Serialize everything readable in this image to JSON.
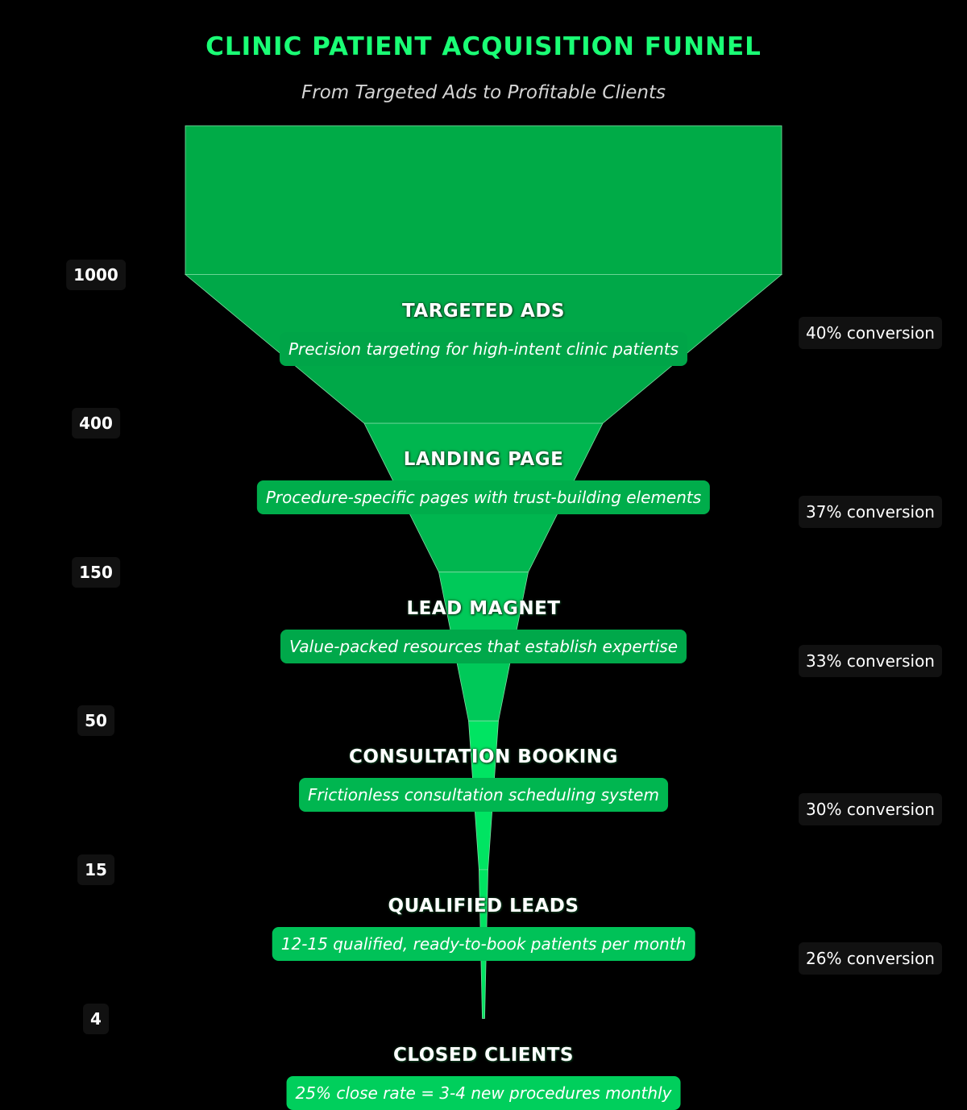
{
  "title": "CLINIC PATIENT ACQUISITION FUNNEL",
  "subtitle": "From Targeted Ads to Profitable Clients",
  "stages": [
    {
      "name": "TARGETED ADS",
      "description": "Precision targeting for high-intent clinic patients",
      "count": "1000",
      "conversion": "40% conversion",
      "value": 1000
    },
    {
      "name": "LANDING PAGE",
      "description": "Procedure-specific pages with trust-building elements",
      "count": "400",
      "conversion": "37% conversion",
      "value": 400
    },
    {
      "name": "LEAD MAGNET",
      "description": "Value-packed resources that establish expertise",
      "count": "150",
      "conversion": "33% conversion",
      "value": 150
    },
    {
      "name": "CONSULTATION BOOKING",
      "description": "Frictionless consultation scheduling system",
      "count": "50",
      "conversion": "30% conversion",
      "value": 50
    },
    {
      "name": "QUALIFIED LEADS",
      "description": "12-15 qualified, ready-to-book patients per month",
      "count": "15",
      "conversion": "26% conversion",
      "value": 15
    },
    {
      "name": "CLOSED CLIENTS",
      "description": "25% close rate = 3-4 new procedures monthly",
      "count": "4",
      "value": 4
    }
  ],
  "colors": {
    "background": "#000000",
    "title": "#1aff75",
    "badge": "#111111",
    "segments": [
      "#00ab47",
      "#00a848",
      "#00b64f",
      "#00c959",
      "#00e462"
    ],
    "desc_boxes": [
      "#00a548",
      "#00ad4b",
      "#00a84a",
      "#00b650",
      "#00c258",
      "#00cf5c"
    ]
  }
}
